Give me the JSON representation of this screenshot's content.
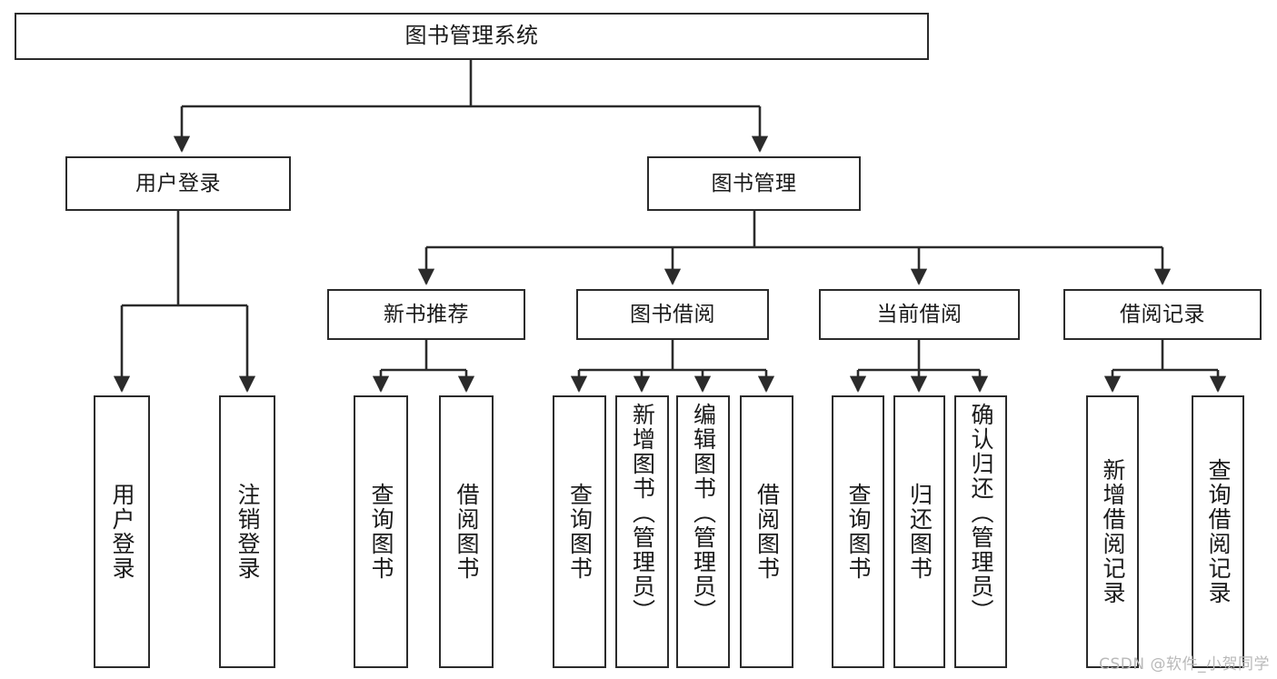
{
  "diagram": {
    "title": "图书管理系统",
    "type": "tree-hierarchy",
    "orientation": "top-down",
    "colors": {
      "box_border": "#2b2b2b",
      "box_fill": "#ffffff",
      "edge": "#2b2b2b",
      "text": "#1a1a1a",
      "watermark": "#b9b9b9",
      "background": "#ffffff"
    }
  },
  "root": {
    "label": "图书管理系统"
  },
  "level2": [
    {
      "label": "用户登录"
    },
    {
      "label": "图书管理"
    }
  ],
  "level3": [
    {
      "label": "新书推荐"
    },
    {
      "label": "图书借阅"
    },
    {
      "label": "当前借阅"
    },
    {
      "label": "借阅记录"
    }
  ],
  "leaves": {
    "user_login": [
      {
        "label": "用户登录"
      },
      {
        "label": "注销登录"
      }
    ],
    "new_book_recommend": [
      {
        "label": "查询图书"
      },
      {
        "label": "借阅图书"
      }
    ],
    "book_borrow": [
      {
        "label": "查询图书"
      },
      {
        "label": "新增图书（管理员）"
      },
      {
        "label": "编辑图书（管理员）"
      },
      {
        "label": "借阅图书"
      }
    ],
    "current_borrow": [
      {
        "label": "查询图书"
      },
      {
        "label": "归还图书"
      },
      {
        "label": "确认归还（管理员）"
      }
    ],
    "borrow_record": [
      {
        "label": "新增借阅记录"
      },
      {
        "label": "查询借阅记录"
      }
    ]
  },
  "watermark": {
    "text": "CSDN @软件_小贺同学"
  }
}
